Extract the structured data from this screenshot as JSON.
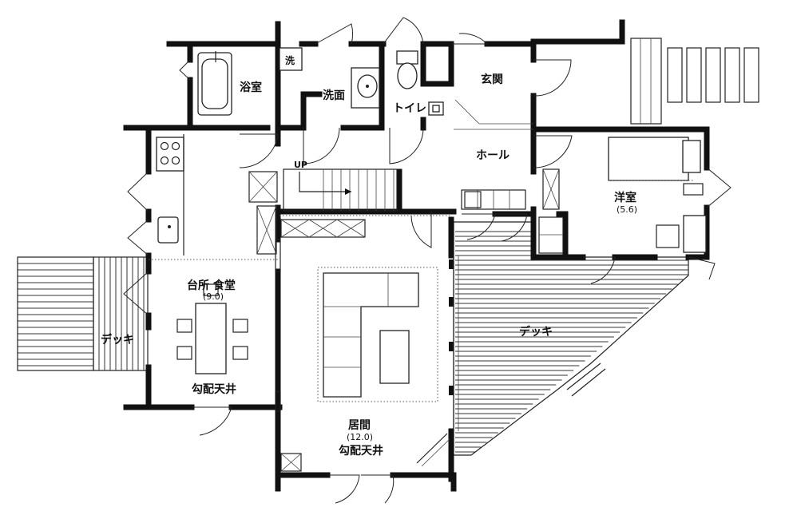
{
  "rooms": {
    "bath": {
      "label": "浴室"
    },
    "laundry": {
      "label": "洗"
    },
    "washroom": {
      "label": "洗面"
    },
    "toilet": {
      "label": "トイレ"
    },
    "entrance": {
      "label": "玄関"
    },
    "hall": {
      "label": "ホール"
    },
    "western": {
      "label": "洋室",
      "area": "(5.6)"
    },
    "kitchen": {
      "label": "台所 食堂",
      "area": "(9.0)",
      "ceiling": "勾配天井"
    },
    "living": {
      "label": "居間",
      "area": "(12.0)",
      "ceiling": "勾配天井"
    },
    "deck_west": {
      "label": "デッキ"
    },
    "deck_east": {
      "label": "デッキ"
    }
  },
  "stairs": {
    "label": "UP"
  }
}
